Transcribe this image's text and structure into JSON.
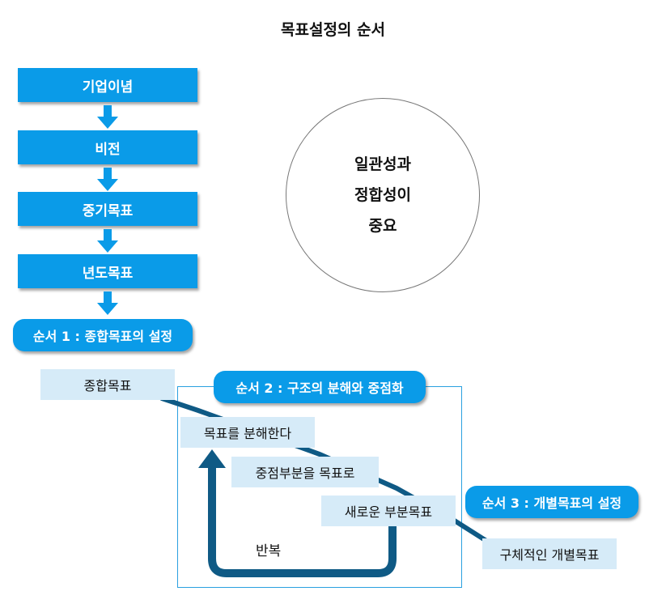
{
  "title": "목표설정의 순서",
  "hierarchy": {
    "steps": [
      {
        "label": "기업이념"
      },
      {
        "label": "비전"
      },
      {
        "label": "중기목표"
      },
      {
        "label": "년도목표"
      }
    ]
  },
  "circle": {
    "lines": [
      "일관성과",
      "정합성이",
      "중요"
    ]
  },
  "stages": {
    "stage1": "순서 1 : 종합목표의 설정",
    "stage2": "순서 2 : 구조의 분해와 중점화",
    "stage3": "순서 3 : 개별목표의 설정"
  },
  "boxes": {
    "overall_goal": "종합목표",
    "decompose": "목표를 분해한다",
    "focus": "중점부분을 목표로",
    "new_sub": "새로운 부분목표",
    "specific": "구체적인 개별목표"
  },
  "repeat_label": "반복",
  "colors": {
    "accent_blue": "#0a9be8",
    "light_box": "#d6ebf8",
    "dark_line": "#0f5a85",
    "frame": "#2aa0e0"
  }
}
